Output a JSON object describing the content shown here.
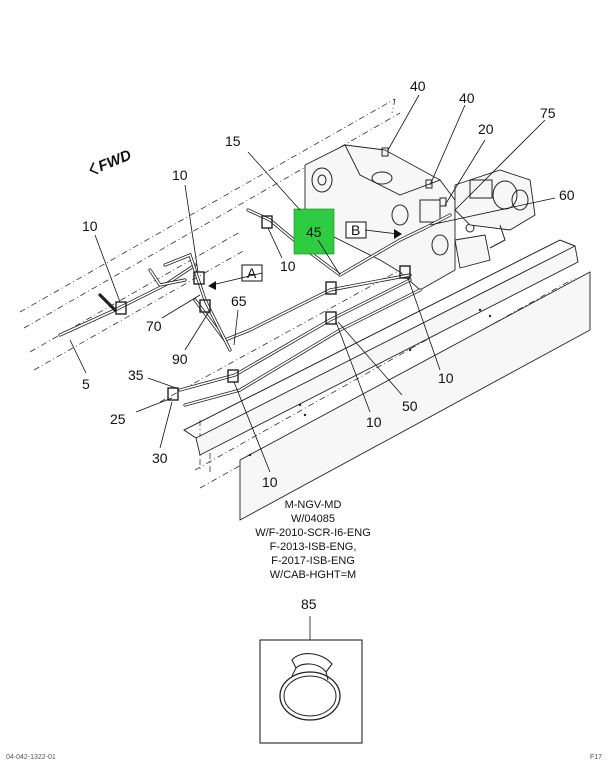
{
  "orientation": {
    "label": "FWD"
  },
  "callouts": {
    "c40a": "40",
    "c40b": "40",
    "c75": "75",
    "c20": "20",
    "c15": "15",
    "c60": "60",
    "c10_upper_left": "10",
    "c10_mid_left": "10",
    "c10_center": "10",
    "c10_right": "10",
    "c10_lower_mid": "10",
    "c10_bottom": "10",
    "c45": "45",
    "c65": "65",
    "c70": "70",
    "c90": "90",
    "c5": "5",
    "c35": "35",
    "c25": "25",
    "c30": "30",
    "c50": "50",
    "c85": "85"
  },
  "ref_boxes": {
    "a": "A",
    "b": "B"
  },
  "highlight": {
    "color": "#2ecc40",
    "part": "45"
  },
  "notes": [
    "M-NGV-MD",
    "W/04085",
    "W/F-2010-SCR-I6-ENG",
    "F-2013-ISB-ENG,",
    "F-2017-ISB-ENG",
    "W/CAB-HGHT=M"
  ],
  "footer": {
    "left": "04-042-1322-01",
    "right": "F17"
  }
}
